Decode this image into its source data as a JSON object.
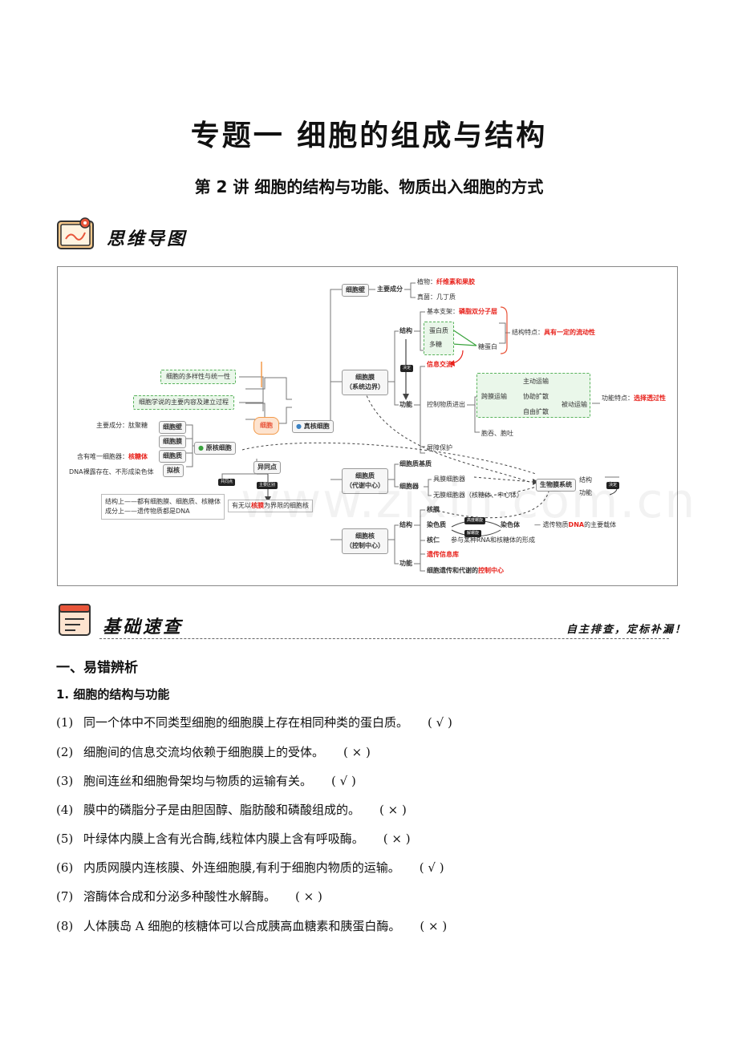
{
  "header": {
    "title": "专题一  细胞的组成与结构",
    "subtitle": "第 2 讲  细胞的结构与功能、物质出入细胞的方式"
  },
  "section1": {
    "title": "思维导图",
    "icon": "map-scroll-icon"
  },
  "mindmap": {
    "center": "细胞",
    "left_top": [
      "细胞的多样性与统一性",
      "细胞学说的主要内容及建立过程"
    ],
    "prokaryote": {
      "label": "原核细胞",
      "items": [
        "细胞壁",
        "细胞膜",
        "细胞质",
        "拟核"
      ],
      "notes": [
        "主要成分：肽聚糖",
        "含有唯一细胞器：",
        "核糖体",
        "DNA裸露存在、不形成染色体"
      ]
    },
    "diff": {
      "label": "异同点",
      "tag_same": "共同点",
      "tag_diff": "主要区别",
      "same_lines": [
        "结构上——都有细胞膜、细胞质、核糖体",
        "成分上——遗传物质都是DNA"
      ],
      "diff_pre": "有无以",
      "diff_red": "核膜",
      "diff_post": "为界限的细胞核"
    },
    "eukaryote": "真核细胞",
    "wall": {
      "label": "细胞壁",
      "branch": "主要成分",
      "plant_pre": "植物：",
      "plant_red": "纤维素和果胶",
      "fungi": "真菌：几丁质"
    },
    "membrane": {
      "label": "细胞膜",
      "sub": "（系统边界）",
      "structure": "结构",
      "function": "功能",
      "decide": "决定",
      "base_pre": "基本支架：",
      "base_red": "磷脂双分子层",
      "protein": "蛋白质",
      "sugar": "多糖",
      "glycoprotein": "糖蛋白",
      "feature_pre": "结构特点：",
      "feature_red": "具有一定的流动性",
      "info": "信息交流",
      "control": "控制物质进出",
      "transmembrane": "跨膜运输",
      "active": "主动运输",
      "facilitated": "协助扩散",
      "free": "自由扩散",
      "passive": "被动运输",
      "func_pre": "功能特点：",
      "func_red": "选择透过性",
      "endo": "胞吞、胞吐",
      "barrier": "屏障保护"
    },
    "cytoplasm": {
      "label": "细胞质",
      "sub": "（代谢中心）",
      "matrix": "细胞质基质",
      "organelle": "细胞器",
      "membranous": "具膜细胞器",
      "nonmembranous": "无膜细胞器（核糖体、中心体）",
      "biomembrane": "生物膜系统",
      "bm_structure": "结构",
      "bm_function": "功能",
      "bm_decide": "决定"
    },
    "nucleus": {
      "label": "细胞核",
      "sub": "（控制中心）",
      "structure": "结构",
      "function": "功能",
      "envelope": "核膜",
      "chromatin": "染色质",
      "chromosome": "染色体",
      "tag_condense": "高度螺旋",
      "tag_loosen": "解螺旋",
      "chrom_note_pre": "遗传物质",
      "chrom_note_red": "DNA",
      "chrom_note_post": "的主要载体",
      "nucleolus": "核仁",
      "nucleolus_note": "参与某种RNA和核糖体的形成",
      "info_lib": "遗传信息库",
      "control_pre": "细胞遗传和代谢的",
      "control_red": "控制中心"
    }
  },
  "watermark": "www.zixin.com.cn",
  "section2": {
    "title": "基础速查",
    "slogan": "自主排查，定标补漏！",
    "icon": "notepad-icon"
  },
  "part1": "一、易错辨析",
  "topic1": "1.    细胞的结构与功能",
  "questions": [
    {
      "num": "(1)",
      "text": "同一个体中不同类型细胞的细胞膜上存在相同种类的蛋白质。",
      "ans": "(    √    )"
    },
    {
      "num": "(2)",
      "text": "细胞间的信息交流均依赖于细胞膜上的受体。",
      "ans": "(    ×    )"
    },
    {
      "num": "(3)",
      "text": "胞间连丝和细胞骨架均与物质的运输有关。",
      "ans": "(    √    )"
    },
    {
      "num": "(4)",
      "text": "膜中的磷脂分子是由胆固醇、脂肪酸和磷酸组成的。",
      "ans": "(    ×    )"
    },
    {
      "num": "(5)",
      "text": "叶绿体内膜上含有光合酶,线粒体内膜上含有呼吸酶。",
      "ans": "(    ×    )"
    },
    {
      "num": "(6)",
      "text": "内质网膜内连核膜、外连细胞膜,有利于细胞内物质的运输。",
      "ans": "(    √    )"
    },
    {
      "num": "(7)",
      "text": "溶酶体合成和分泌多种酸性水解酶。",
      "ans": "(    ×    )"
    },
    {
      "num": "(8)",
      "text": "人体胰岛 A 细胞的核糖体可以合成胰高血糖素和胰蛋白酶。",
      "ans": "(    ×    )"
    }
  ]
}
